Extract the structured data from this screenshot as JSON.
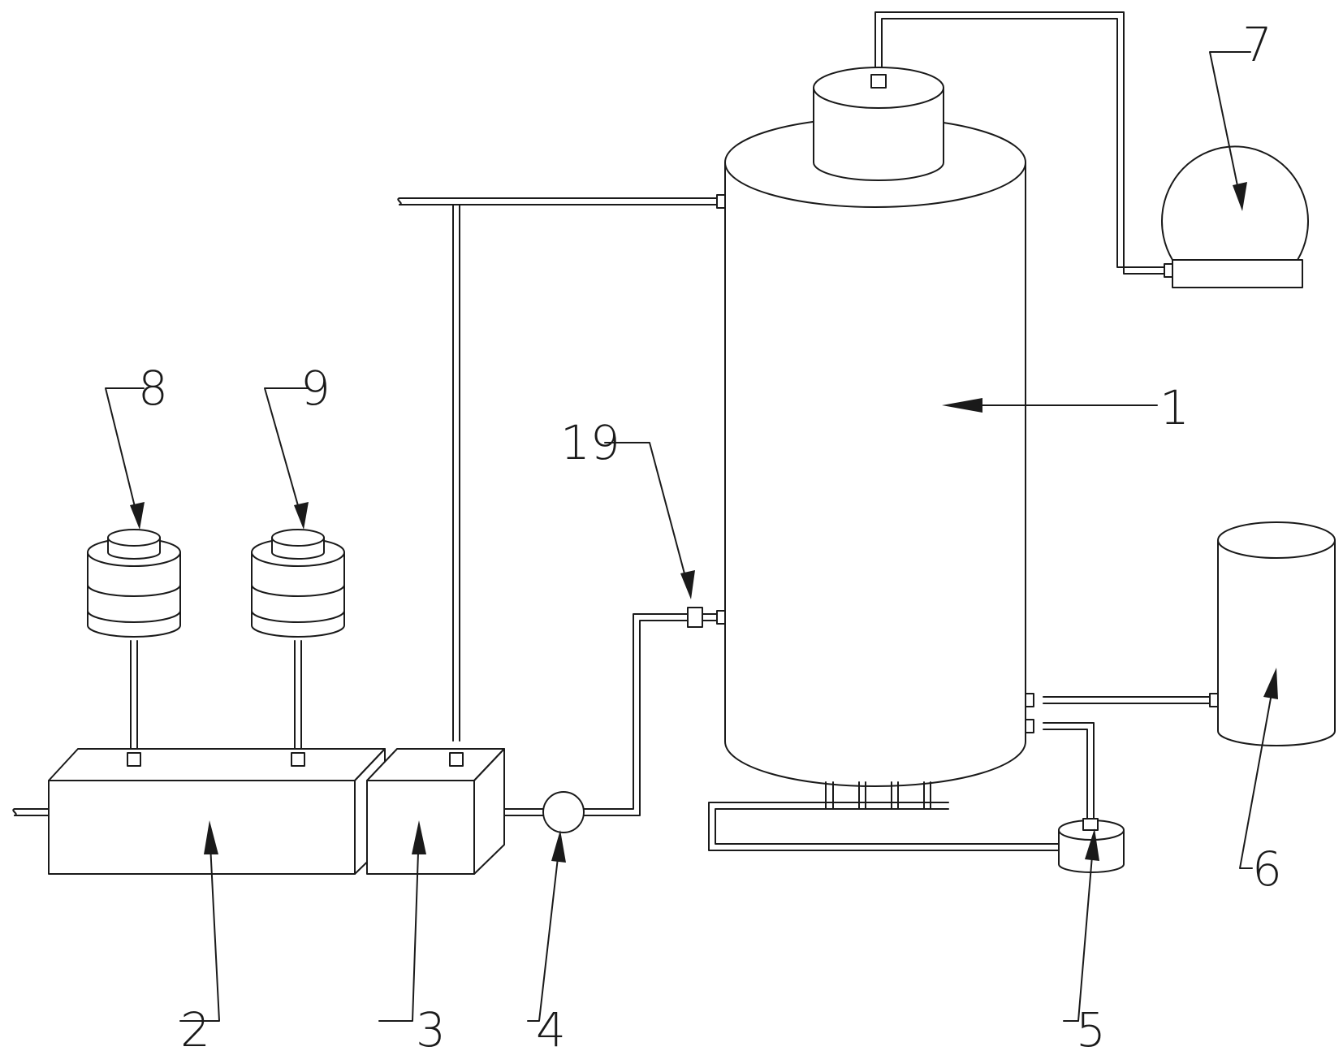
{
  "labels": {
    "tower": "1",
    "tank_2": "2",
    "box_3": "3",
    "pump_4": "4",
    "pump_5": "5",
    "tank_6": "6",
    "dome_7": "7",
    "doser_8": "8",
    "doser_9": "9",
    "valve_19": "19"
  },
  "colors": {
    "line": "#1a1a1a",
    "background": "#ffffff"
  }
}
